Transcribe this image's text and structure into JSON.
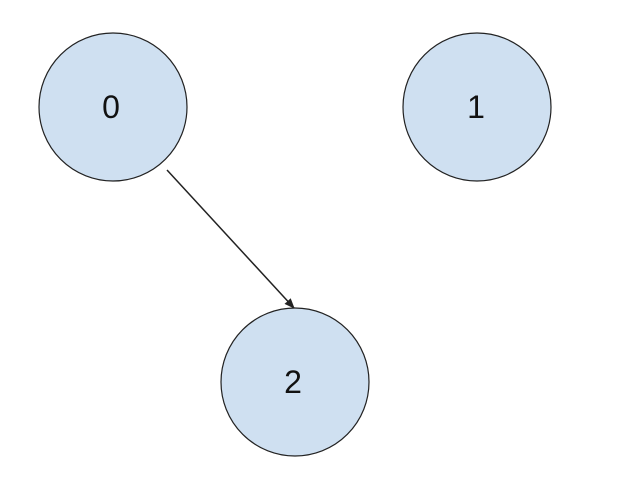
{
  "nodes": [
    {
      "id": "0",
      "label": "0"
    },
    {
      "id": "1",
      "label": "1"
    },
    {
      "id": "2",
      "label": "2"
    }
  ],
  "edges": [
    {
      "from": "0",
      "to": "2",
      "directed": true
    }
  ],
  "colors": {
    "node_fill": "#cfe0f1",
    "node_stroke": "#222222",
    "edge": "#222222",
    "label": "#111111"
  }
}
